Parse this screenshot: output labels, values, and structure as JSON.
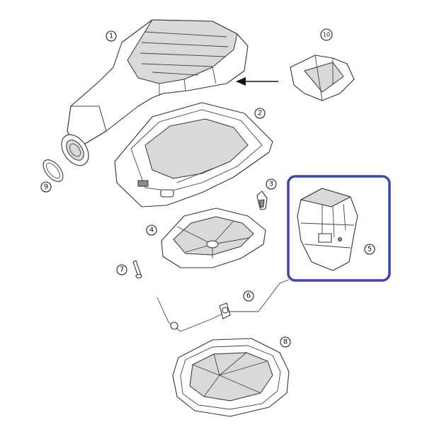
{
  "callouts": [
    {
      "id": "1",
      "label": "1"
    },
    {
      "id": "2",
      "label": "2"
    },
    {
      "id": "3",
      "label": "3"
    },
    {
      "id": "4",
      "label": "4"
    },
    {
      "id": "5",
      "label": "5"
    },
    {
      "id": "6",
      "label": "6"
    },
    {
      "id": "7",
      "label": "7"
    },
    {
      "id": "8",
      "label": "8"
    },
    {
      "id": "9",
      "label": "9"
    },
    {
      "id": "10",
      "label": "10"
    }
  ],
  "highlight": {
    "part": "5",
    "color": "#3a47b0"
  },
  "arrow": {
    "from_part": "10",
    "to_part": "1"
  }
}
